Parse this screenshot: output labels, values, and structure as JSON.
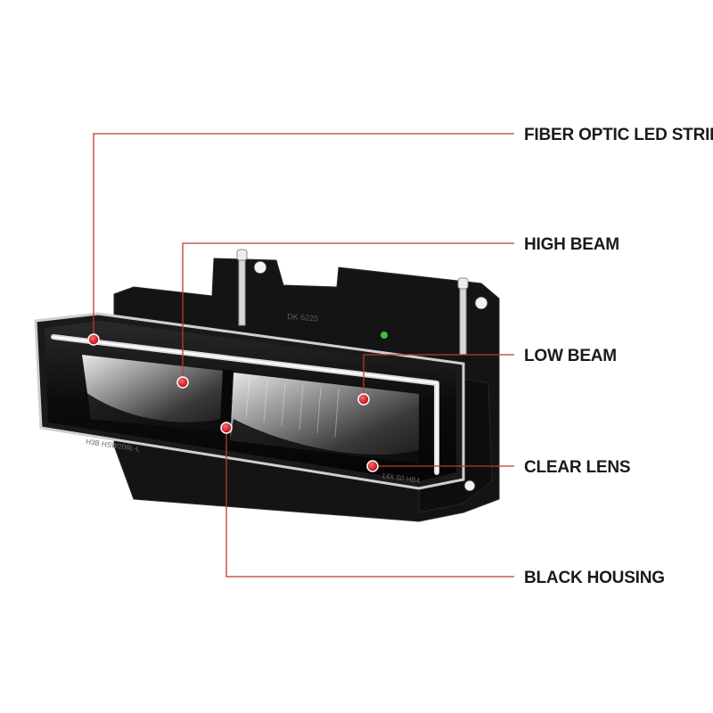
{
  "callouts": [
    {
      "id": "fiber-optic-led-strip",
      "label": "FIBER OPTIC LED STRIP"
    },
    {
      "id": "high-beam",
      "label": "HIGH BEAM"
    },
    {
      "id": "low-beam",
      "label": "LOW BEAM"
    },
    {
      "id": "clear-lens",
      "label": "CLEAR LENS"
    },
    {
      "id": "black-housing",
      "label": "BLACK HOUSING"
    }
  ],
  "lens_markings": {
    "top_code": "DK 6225",
    "bottom_left": "H3B  HSW206L-L",
    "bottom_right": "14X 50 HB4"
  },
  "colors": {
    "callout_line": "#c0392b",
    "callout_dot": "#d71920",
    "housing": "#111111",
    "background": "#ffffff"
  }
}
